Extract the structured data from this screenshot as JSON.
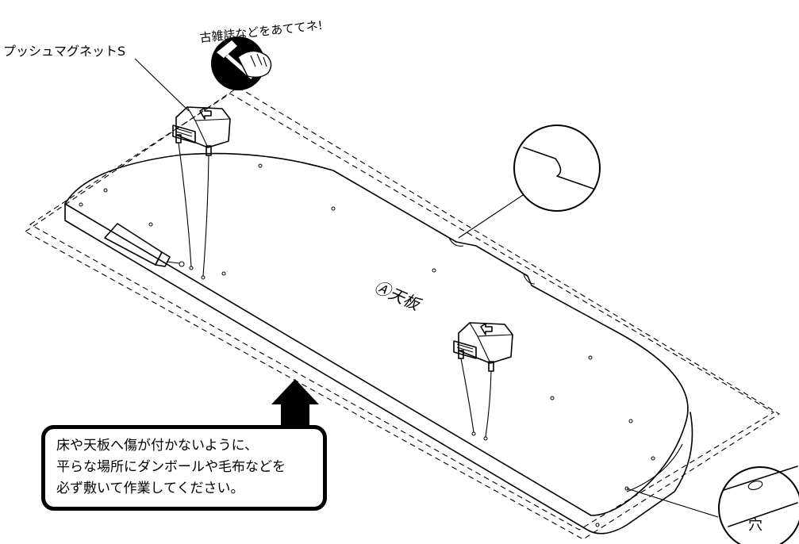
{
  "labels": {
    "magnet": "プッシュマグネットS",
    "hammer_badge": "古雑誌などをあててネ!",
    "panel": "Ⓐ天板",
    "hole": "穴"
  },
  "notice": {
    "lines": [
      "床や天板へ傷が付かないように、",
      "平らな場所にダンボールや毛布などを",
      "必ず敷いて作業してください。"
    ]
  }
}
